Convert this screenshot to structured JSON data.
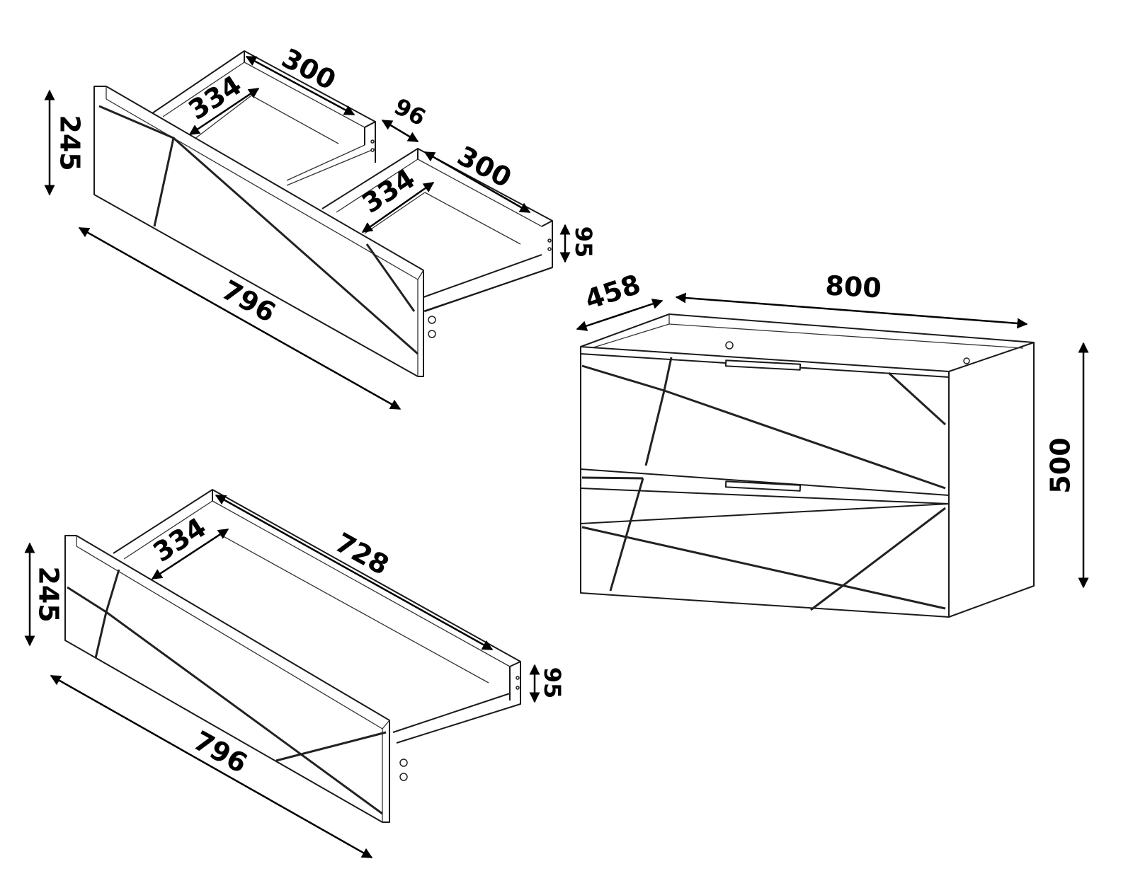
{
  "top_drawer_set": {
    "upper_depth": "300",
    "upper_width": "334",
    "upper_height": "96",
    "lower_depth": "300",
    "lower_width": "334",
    "front_height": "245",
    "box_height": "95",
    "front_width": "796"
  },
  "cabinet": {
    "depth": "458",
    "width": "800",
    "height": "500"
  },
  "bottom_drawer": {
    "width": "334",
    "depth": "728",
    "front_height": "245",
    "box_height": "95",
    "front_width": "796"
  }
}
